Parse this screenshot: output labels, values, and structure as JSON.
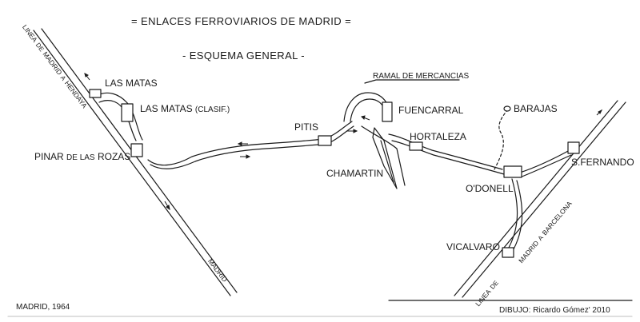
{
  "title": "= ENLACES FERROVIARIOS DE MADRID =",
  "subtitle": "- ESQUEMA GENERAL -",
  "date_note": "MADRID, 1964",
  "credit": "DIBUJO: Ricardo Gómez' 2010",
  "line_labels": {
    "hendaya": {
      "linea": "LINEA",
      "de": "DE",
      "madrid": "MADRID",
      "a": "A",
      "hendaya": "HENDAYA"
    },
    "hendaya_end": "MADRID",
    "barcelona": {
      "linea": "LINEA",
      "de": "DE",
      "madrid": "MADRID",
      "a": "A",
      "barcelona": "BARCELONA"
    },
    "ramal": "RAMAL DE MERCANCIAS"
  },
  "stations": {
    "las_matas": "LAS MATAS",
    "las_matas_clasif": {
      "name": "LAS MATAS",
      "suffix": "(CLASIF.)"
    },
    "pinar": {
      "pinar": "PINAR",
      "de_las": "DE LAS",
      "rozas": "ROZAS"
    },
    "pitis": "PITIS",
    "fuencarral": "FUENCARRAL",
    "hortaleza": "HORTALEZA",
    "chamartin": "CHAMARTIN",
    "barajas": "BARAJAS",
    "odonell": "O'DONELL",
    "s_fernando": "S.FERNANDO",
    "vicalvaro": "VICALVARO"
  },
  "colors": {
    "ink": "#1a1a1a",
    "paper": "#ffffff"
  }
}
